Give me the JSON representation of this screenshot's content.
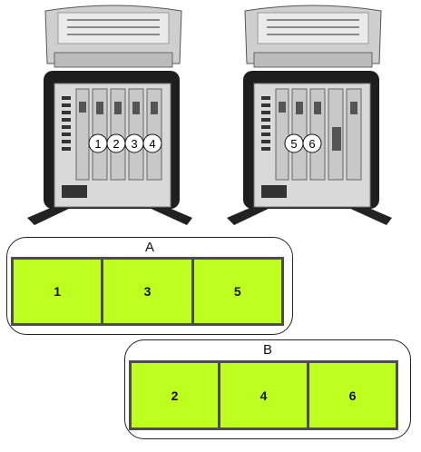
{
  "computers": [
    {
      "badges": [
        "1",
        "2",
        "3",
        "4"
      ]
    },
    {
      "badges": [
        "5",
        "6"
      ]
    }
  ],
  "groups": [
    {
      "label": "A",
      "slots": [
        "1",
        "3",
        "5"
      ]
    },
    {
      "label": "B",
      "slots": [
        "2",
        "4",
        "6"
      ]
    }
  ],
  "colors": {
    "slot_fill": "#bfff1f",
    "slot_border": "#4d4d4d"
  }
}
